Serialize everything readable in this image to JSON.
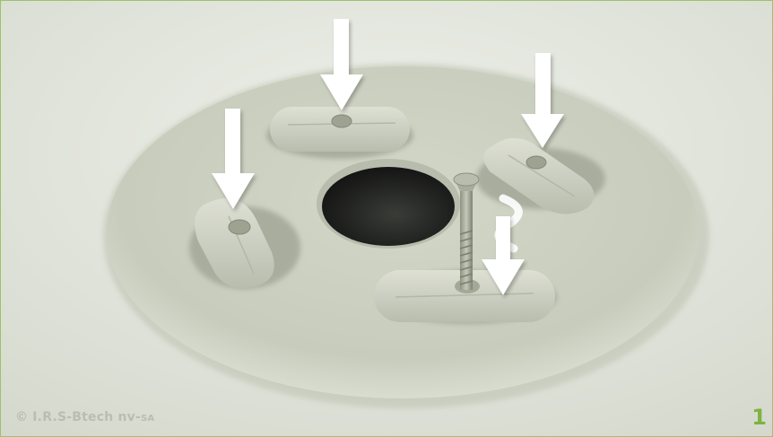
{
  "copyright": {
    "main": "© I.R.S-Btech nv-",
    "suffix": "SA"
  },
  "step_number": "1",
  "colors": {
    "background": "#dfe2d9",
    "membrane": "#c9cdbd",
    "plate": "#cfd3c4",
    "arrow": "#ffffff",
    "border": "#9cc36a",
    "accent": "#7fb241"
  }
}
